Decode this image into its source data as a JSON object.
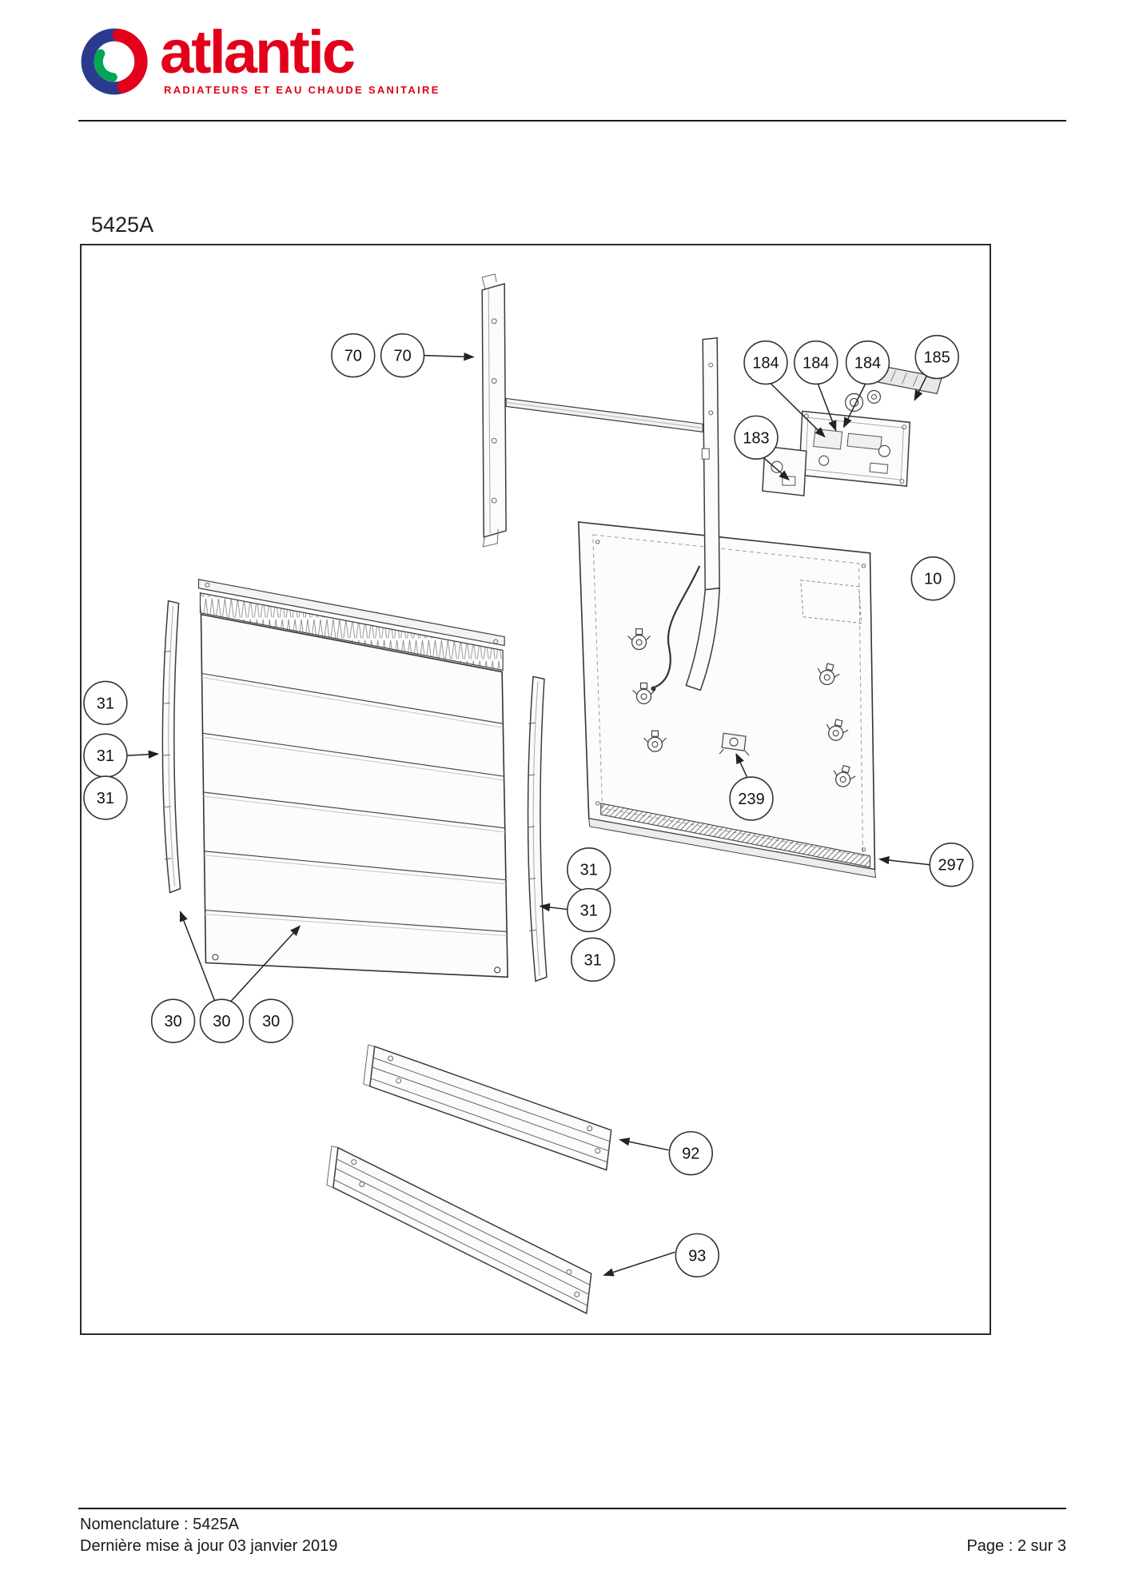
{
  "brand": {
    "wordmark": "atlantic",
    "tagline": "RADIATEURS ET EAU CHAUDE SANITAIRE",
    "colors": {
      "red": "#e2001a",
      "blue": "#2a3b8f",
      "green": "#00a651"
    }
  },
  "document": {
    "reference": "5425A"
  },
  "diagram": {
    "kind": "exploded-parts-diagram",
    "callouts": [
      {
        "label": "70"
      },
      {
        "label": "70"
      },
      {
        "label": "184"
      },
      {
        "label": "184"
      },
      {
        "label": "184"
      },
      {
        "label": "185"
      },
      {
        "label": "183"
      },
      {
        "label": "10"
      },
      {
        "label": "31"
      },
      {
        "label": "31"
      },
      {
        "label": "31"
      },
      {
        "label": "239"
      },
      {
        "label": "297"
      },
      {
        "label": "31"
      },
      {
        "label": "31"
      },
      {
        "label": "31"
      },
      {
        "label": "30"
      },
      {
        "label": "30"
      },
      {
        "label": "30"
      },
      {
        "label": "92"
      },
      {
        "label": "93"
      }
    ]
  },
  "footer": {
    "nomenclature": "Nomenclature : 5425A",
    "last_update": "Dernière mise à jour 03 janvier 2019",
    "page_info": "Page : 2 sur 3"
  }
}
